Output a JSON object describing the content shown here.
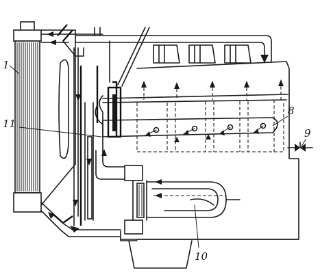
{
  "labels": {
    "radiator": "1",
    "manifold": "8",
    "drain_valve": "9",
    "oil_cooler": "10",
    "thermostat_pipe": "11"
  },
  "colors": {
    "ink": "#1a1a1a",
    "paper": "#ffffff"
  }
}
